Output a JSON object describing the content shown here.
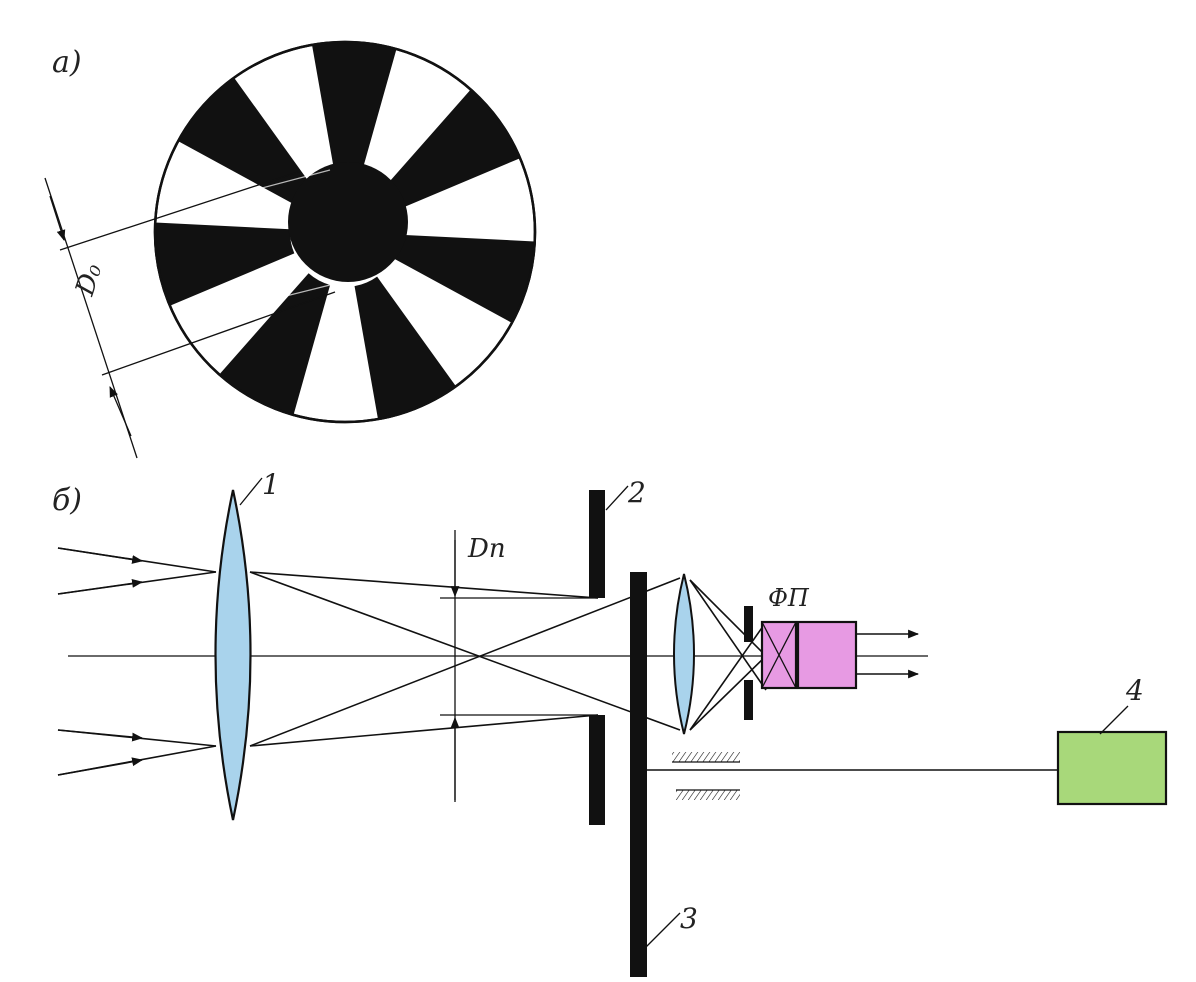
{
  "labels": {
    "panel_a": "а)",
    "panel_b": "б)",
    "d0": "D₀",
    "dp": "Dп",
    "fp": "ФП",
    "part1": "1",
    "part2": "2",
    "part3": "3",
    "part4": "4"
  },
  "colors": {
    "lens": "#a9d3ec",
    "photodetector": "#e79ae3",
    "block4": "#a8d87a",
    "ink": "#111111"
  },
  "chopper": {
    "sector_pairs": 7
  }
}
